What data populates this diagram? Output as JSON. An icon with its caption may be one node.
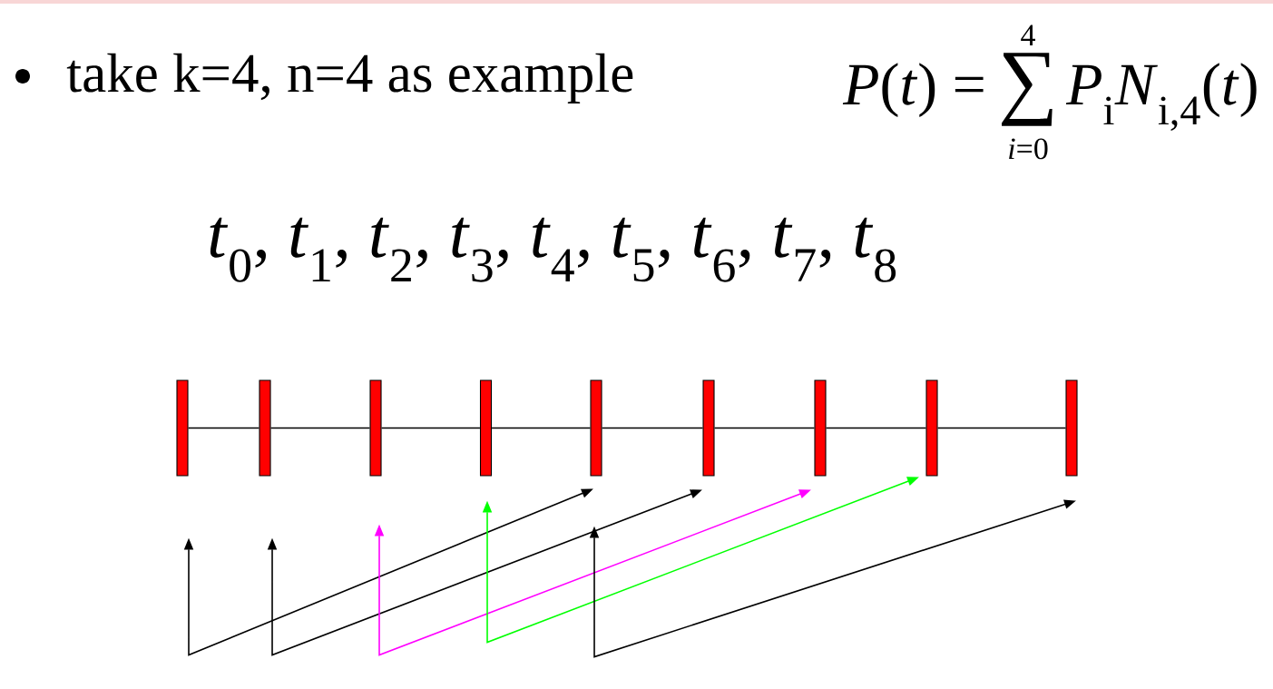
{
  "diagram": {
    "nodes": [
      {
        "text": [],
        "shape": "bar"
      },
      {
        "text": [],
        "shape": "bar"
      },
      {
        "text": [],
        "shape": "bar"
      },
      {
        "text": [],
        "shape": "bar"
      },
      {
        "text": [],
        "shape": "bar"
      },
      {
        "text": [],
        "shape": "bar"
      },
      {
        "text": [],
        "shape": "bar"
      },
      {
        "text": [],
        "shape": "bar"
      },
      {
        "text": [],
        "shape": "bar"
      }
    ],
    "edges": [
      {
        "from": 0,
        "to": 1,
        "arrow": "none"
      },
      {
        "from": 1,
        "to": 2,
        "arrow": "none"
      },
      {
        "from": 2,
        "to": 3,
        "arrow": "none"
      },
      {
        "from": 3,
        "to": 4,
        "arrow": "none"
      },
      {
        "from": 4,
        "to": 5,
        "arrow": "none"
      },
      {
        "from": 5,
        "to": 6,
        "arrow": "none"
      },
      {
        "from": 6,
        "to": 7,
        "arrow": "none"
      },
      {
        "from": 7,
        "to": 8,
        "arrow": "none"
      },
      {
        "from": 0,
        "to": 4,
        "arrow": "both"
      },
      {
        "from": 1,
        "to": 5,
        "arrow": "both"
      },
      {
        "from": 2,
        "to": 6,
        "arrow": "both",
        "color": "#ff00ff"
      },
      {
        "from": 3,
        "to": 7,
        "arrow": "both",
        "color": "#00ff00"
      },
      {
        "from": 4,
        "to": 8,
        "arrow": "both"
      }
    ],
    "labels": [
      "take k=4, n=4 as example",
      "*P*(*t*) =",
      "4",
      "∑",
      "*i*=0",
      "*P*$_{i}$*N*$_{i,4}$(*t*)",
      "*t*$_{0}$, *t*$_{1}$, *t*$_{2}$, *t*$_{3}$, *t*$_{4}$, *t*$_{5}$, *t*$_{6}$, *t*$_{7}$, *t*$_{8}$"
    ]
  }
}
